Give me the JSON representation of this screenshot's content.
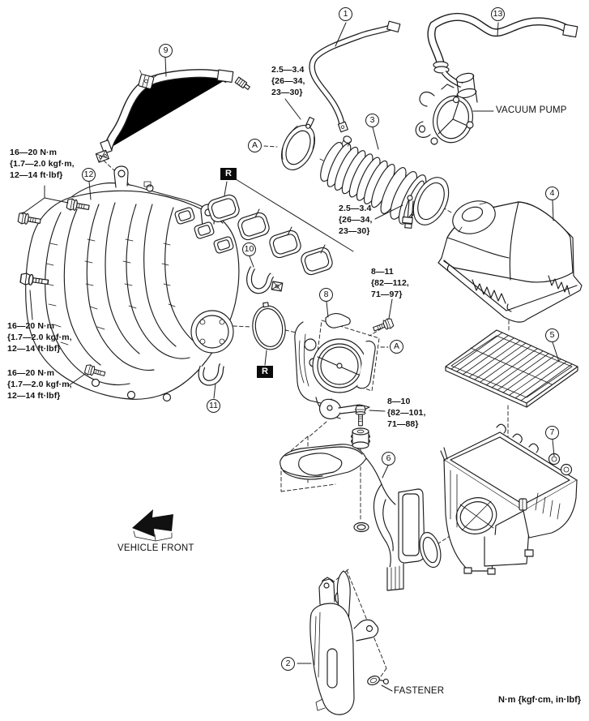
{
  "drawing": {
    "units_note": "N·m {kgf·cm, in·lbf}",
    "vehicle_front": "VEHICLE FRONT",
    "part_labels": {
      "vacuum_pump": "VACUUM PUMP",
      "fastener": "FASTENER"
    },
    "reuse_marker": "R",
    "fit_marker": "A"
  },
  "callouts": [
    {
      "num": "1"
    },
    {
      "num": "2"
    },
    {
      "num": "3"
    },
    {
      "num": "4"
    },
    {
      "num": "5"
    },
    {
      "num": "6"
    },
    {
      "num": "7"
    },
    {
      "num": "8"
    },
    {
      "num": "9"
    },
    {
      "num": "10"
    },
    {
      "num": "11"
    },
    {
      "num": "12"
    },
    {
      "num": "13"
    }
  ],
  "torque_specs": [
    {
      "line1": "2.5—3.4",
      "line2": "{26—34,",
      "line3": "23—30}"
    },
    {
      "line1": "2.5—3.4",
      "line2": "{26—34,",
      "line3": "23—30}"
    },
    {
      "line1": "8—11",
      "line2": "{82—112,",
      "line3": "71—97}"
    },
    {
      "line1": "8—10",
      "line2": "{82—101,",
      "line3": "71—88}"
    },
    {
      "line1": "16—20 N·m",
      "line2": "{1.7—2.0 kgf·m,",
      "line3": "12—14 ft·lbf}"
    },
    {
      "line1": "16—20 N·m",
      "line2": "{1.7—2.0 kgf·m,",
      "line3": "12—14 ft·lbf}"
    },
    {
      "line1": "16—20 N·m",
      "line2": "{1.7—2.0 kgf·m,",
      "line3": "12—14 ft·lbf}"
    }
  ]
}
